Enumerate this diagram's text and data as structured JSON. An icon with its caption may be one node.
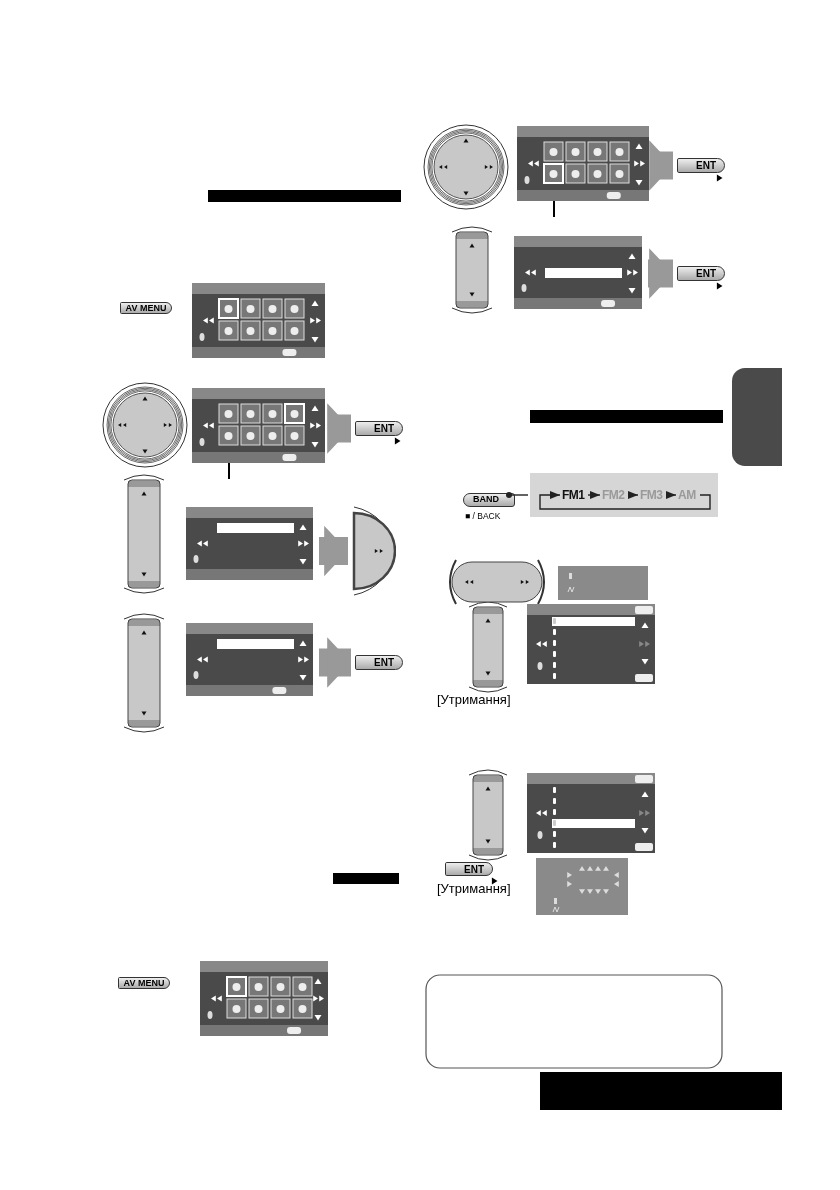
{
  "diagram": {
    "nodes": [
      {
        "text": [],
        "shape": "box"
      },
      {
        "text": [
          "ENT"
        ]
      },
      {
        "text": [],
        "shape": "box"
      },
      {
        "text": [],
        "shape": "circle"
      },
      {
        "text": [],
        "shape": "box"
      },
      {
        "text": [
          "ENT"
        ]
      },
      {
        "text": [],
        "shape": "box"
      },
      {
        "text": [
          "ENT"
        ]
      },
      {
        "text": [],
        "shape": "box"
      },
      {
        "text": [
          "ENT"
        ]
      },
      {
        "text": [],
        "shape": "box"
      },
      {
        "text": [
          "FM1"
        ],
        "in": 10
      },
      {
        "text": [
          "FM2"
        ],
        "in": 10
      },
      {
        "text": [
          "FM3"
        ],
        "in": 10
      },
      {
        "text": [
          "AM"
        ],
        "in": 10
      },
      {
        "text": [
          "BAND"
        ],
        "beside": [
          "■ / BACK"
        ]
      },
      {
        "text": [
          "ENT"
        ]
      },
      {
        "text": [],
        "shape": "bar"
      },
      {
        "text": [],
        "shape": "bar"
      },
      {
        "text": [],
        "shape": "bar"
      },
      {
        "text": [],
        "shape": "bar"
      },
      {
        "text": [],
        "shape": "bar"
      }
    ],
    "edges": [
      {
        "from": 0,
        "to": 1,
        "arrow": "to",
        "style": "thick",
        "color": "#999999"
      },
      {
        "from": 2,
        "to": 3,
        "arrow": "to",
        "style": "thick",
        "color": "#999999"
      },
      {
        "from": 4,
        "to": 5,
        "arrow": "to",
        "style": "thick",
        "color": "#999999"
      },
      {
        "from": 6,
        "to": 7,
        "arrow": "to",
        "style": "thick",
        "color": "#999999"
      },
      {
        "from": 8,
        "to": 9,
        "arrow": "to",
        "style": "thick",
        "color": "#999999"
      },
      {
        "from": 15,
        "to": 10,
        "arrow": "other",
        "color": "#222222"
      },
      {
        "from": 11,
        "to": 12,
        "arrow": "to",
        "color": "#222222"
      },
      {
        "from": 12,
        "to": 13,
        "arrow": "to",
        "color": "#222222"
      },
      {
        "from": 13,
        "to": 14,
        "arrow": "to",
        "color": "#222222"
      },
      {
        "from": 14,
        "to": 11,
        "arrow": "to",
        "color": "#222222"
      },
      {
        "from": null,
        "to": 0,
        "arrow": "none",
        "color": "#000000"
      },
      {
        "from": null,
        "to": 6,
        "arrow": "none",
        "color": "#000000"
      }
    ],
    "labels": [
      "AV MENU",
      "[Утримання]",
      "[Утримання]",
      "AV MENU"
    ]
  }
}
